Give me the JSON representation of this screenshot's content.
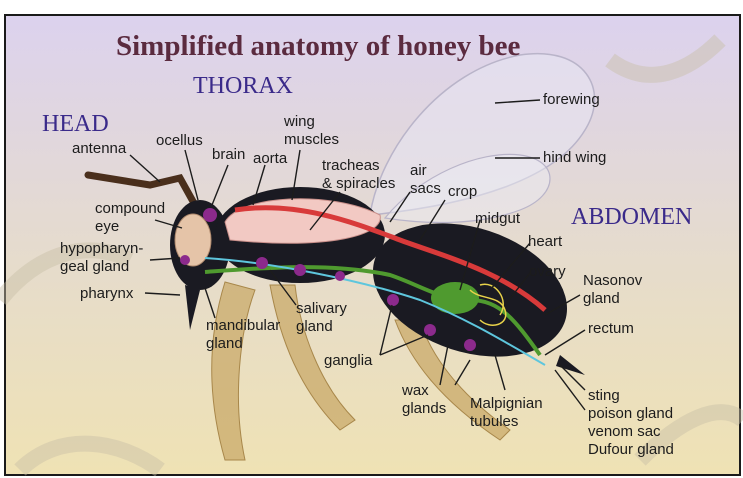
{
  "title": "Simplified anatomy of  honey bee",
  "regions": {
    "head": "HEAD",
    "thorax": "THORAX",
    "abdomen": "ABDOMEN"
  },
  "labels": {
    "antenna": [
      "antenna"
    ],
    "ocellus": [
      "ocellus"
    ],
    "brain": [
      "brain"
    ],
    "aorta": [
      "aorta"
    ],
    "wing_muscles": [
      "wing",
      "muscles"
    ],
    "tracheas": [
      "tracheas",
      "& spiracles"
    ],
    "air_sacs": [
      "air",
      "sacs"
    ],
    "forewing": [
      "forewing"
    ],
    "hind_wing": [
      "hind wing"
    ],
    "compound_eye": [
      "compound",
      "eye"
    ],
    "hypopharyngeal_gland": [
      "hypopharyn-",
      "geal gland"
    ],
    "pharynx": [
      "pharynx"
    ],
    "crop": [
      "crop"
    ],
    "midgut": [
      "midgut"
    ],
    "heart": [
      "heart"
    ],
    "ovary": [
      "ovary"
    ],
    "nasonov_gland": [
      "Nasonov",
      "gland"
    ],
    "rectum": [
      "rectum"
    ],
    "mandibular_gland": [
      "mandibular",
      "gland"
    ],
    "salivary_gland": [
      "salivary",
      "gland"
    ],
    "ganglia": [
      "ganglia"
    ],
    "wax_glands": [
      "wax",
      "glands"
    ],
    "malpighian_tubules": [
      "Malpignian",
      "tubules"
    ],
    "sting_group": [
      "sting",
      "poison gland",
      "venom sac",
      "Dufour gland"
    ]
  },
  "colors": {
    "title": "#5b2b3f",
    "region": "#3a2a8a",
    "body": "#1a1a22",
    "wing_muscle": "#f2c9c3",
    "gland": "#8c2a8c",
    "gut": "#4f9a2f",
    "heart": "#d83a3a",
    "nerve": "#5ec6dd",
    "leg": "#c9a96a"
  }
}
